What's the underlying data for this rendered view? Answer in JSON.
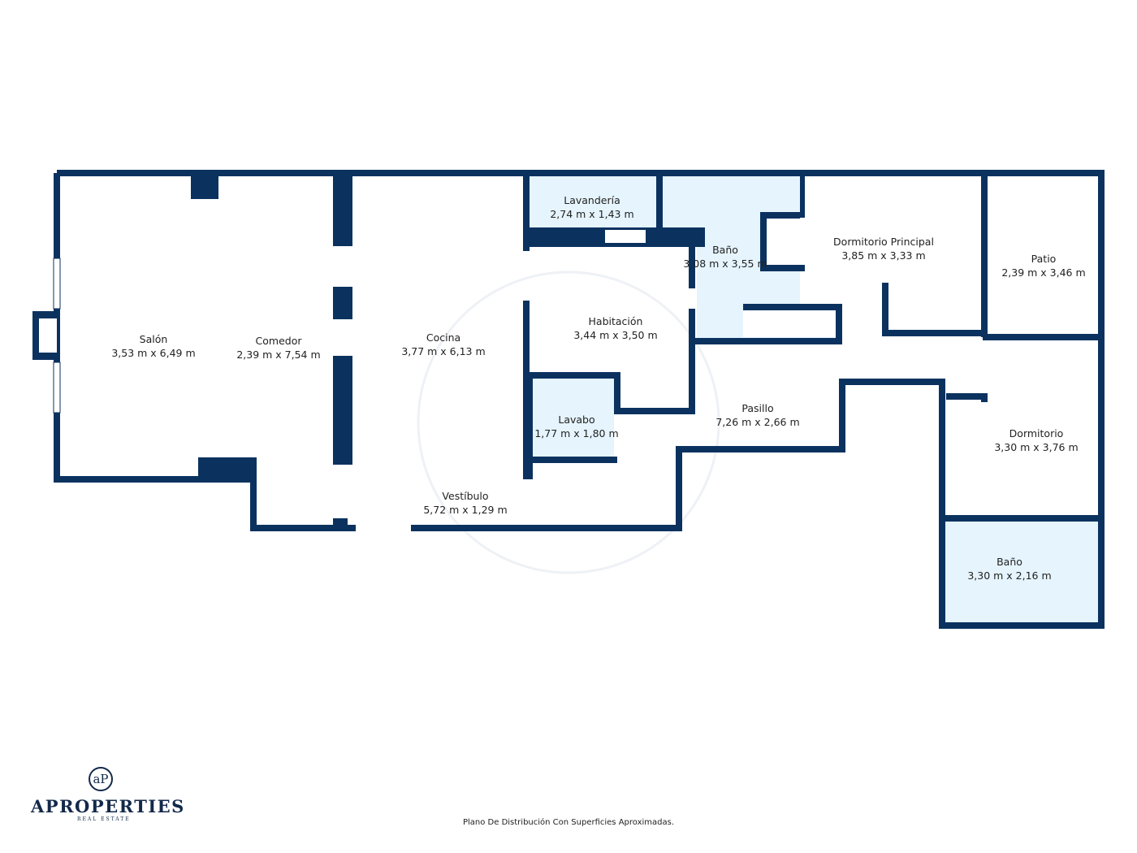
{
  "rooms": [
    {
      "name": "Salón",
      "size": "3,53 m x 6,49 m"
    },
    {
      "name": "Comedor",
      "size": "2,39 m x 7,54 m"
    },
    {
      "name": "Cocina",
      "size": "3,77 m x 6,13 m"
    },
    {
      "name": "Lavandería",
      "size": "2,74 m x 1,43 m"
    },
    {
      "name": "Baño",
      "size": "3,08 m x 3,55 m"
    },
    {
      "name": "Dormitorio Principal",
      "size": "3,85 m x 3,33 m"
    },
    {
      "name": "Patio",
      "size": "2,39 m x 3,46 m"
    },
    {
      "name": "Habitación",
      "size": "3,44 m x 3,50 m"
    },
    {
      "name": "Lavabo",
      "size": "1,77 m x 1,80 m"
    },
    {
      "name": "Pasillo",
      "size": "7,26 m x 2,66 m"
    },
    {
      "name": "Dormitorio",
      "size": "3,30 m x 3,76 m"
    },
    {
      "name": "Vestíbulo",
      "size": "5,72 m x 1,29 m"
    },
    {
      "name": "Baño",
      "size": "3,30 m x 2,16 m"
    }
  ],
  "logo": {
    "name": "APROPERTIES",
    "tagline": "REAL ESTATE",
    "mark": "aP"
  },
  "footer": "Plano De Distribución Con Superficies Aproximadas.",
  "colors": {
    "wall": "#0b325f",
    "wet_room": "#e5f4fd"
  }
}
